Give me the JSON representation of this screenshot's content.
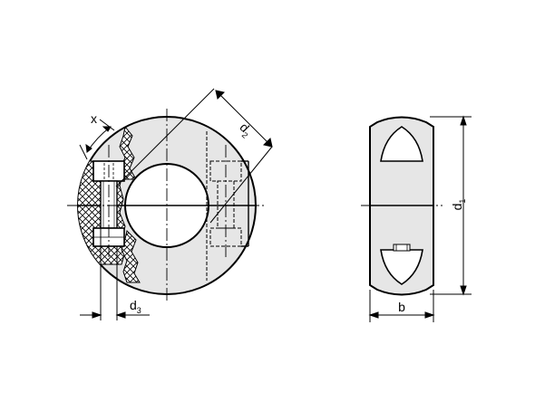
{
  "labels": {
    "x": {
      "main": "x"
    },
    "d2": {
      "main": "d",
      "sub": "2"
    },
    "d3": {
      "main": "d",
      "sub": "3"
    },
    "d1": {
      "main": "d",
      "sub": "1"
    },
    "b": {
      "main": "b"
    }
  },
  "colors": {
    "body_fill": "#e6e6e6",
    "line": "#000000",
    "background": "#ffffff"
  }
}
